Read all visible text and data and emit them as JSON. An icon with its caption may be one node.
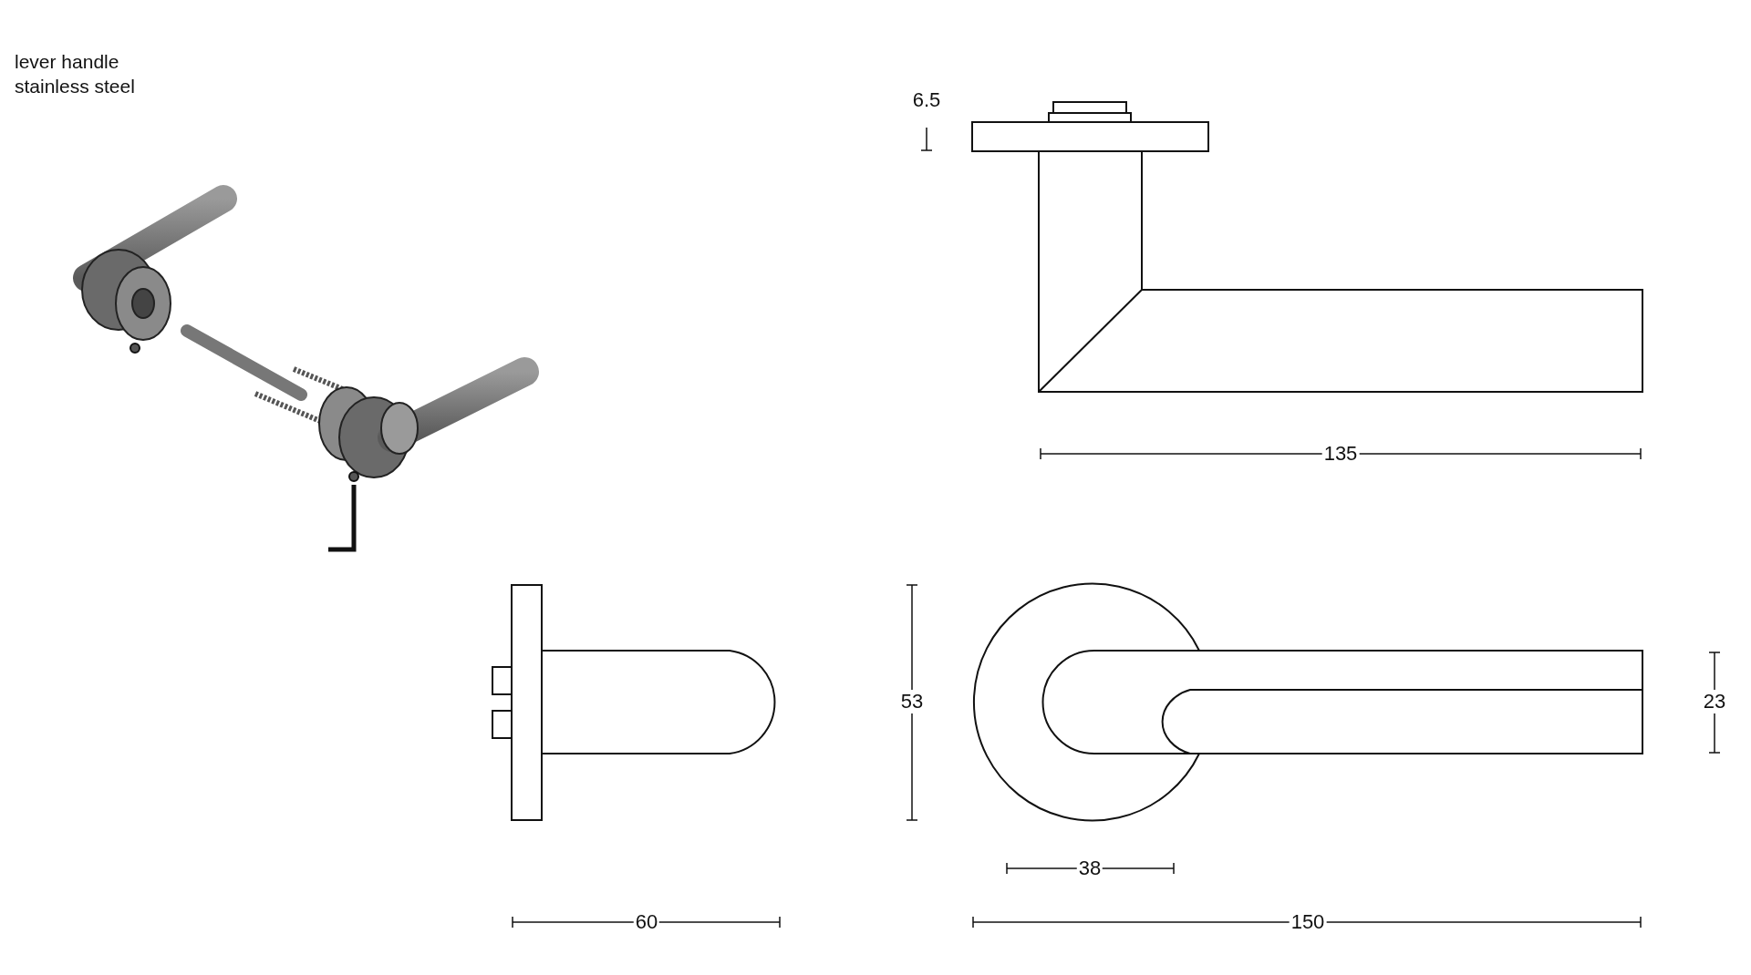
{
  "diagram": {
    "labels": [
      "lever handle",
      "stainless steel",
      "6.5",
      "135",
      "60",
      "53",
      "38",
      "150",
      "23"
    ]
  }
}
